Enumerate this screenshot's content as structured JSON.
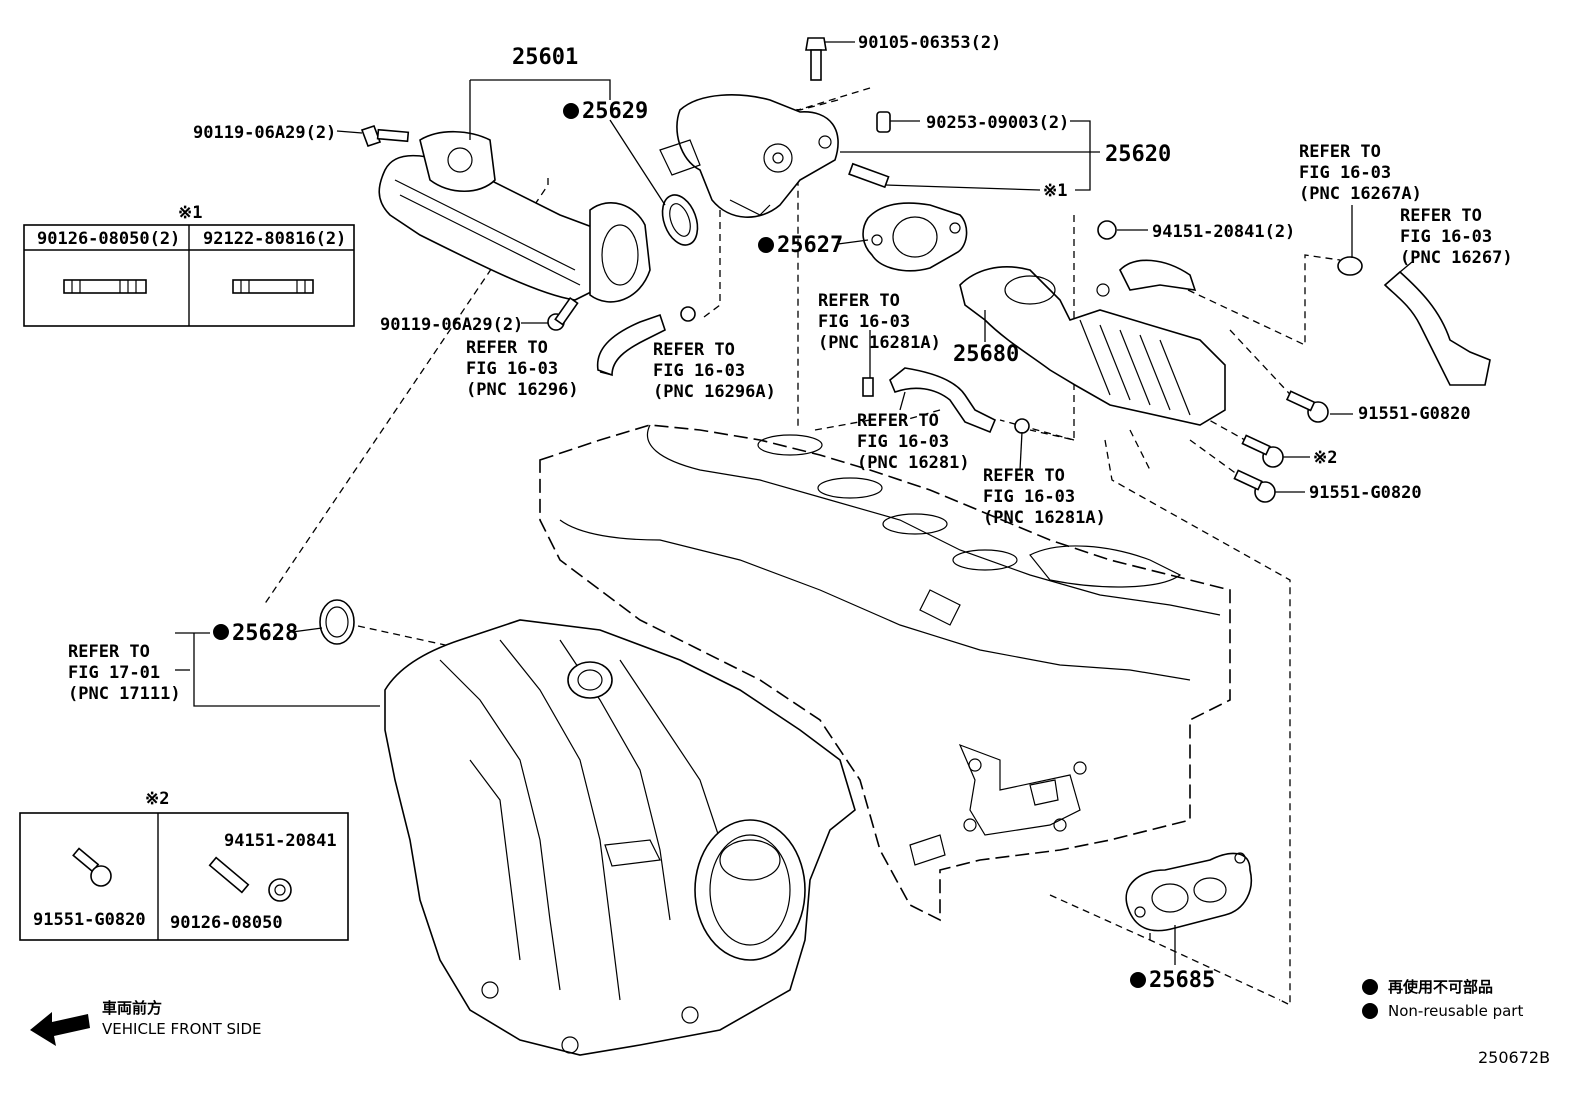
{
  "parts": {
    "p25601": "25601",
    "p25629": "25629",
    "p25620": "25620",
    "p25627": "25627",
    "p25680": "25680",
    "p25628": "25628",
    "p25685": "25685",
    "bolt_06353": "90105-06353(2)",
    "bolt_06a29_top": "90119-06A29(2)",
    "bolt_06a29_bot": "90119-06A29(2)",
    "pin_09003": "90253-09003(2)",
    "nut_20841": "94151-20841(2)",
    "bolt_g0820_a": "91551-G0820",
    "bolt_g0820_b": "91551-G0820",
    "note1_marker": "※1",
    "note2_marker": "※2"
  },
  "refers": {
    "r16296": [
      "REFER TO",
      "FIG 16-03",
      "(PNC 16296)"
    ],
    "r16296a": [
      "REFER TO",
      "FIG 16-03",
      "(PNC 16296A)"
    ],
    "r16281a_top": [
      "REFER TO",
      "FIG 16-03",
      "(PNC 16281A)"
    ],
    "r16281": [
      "REFER TO",
      "FIG 16-03",
      "(PNC 16281)"
    ],
    "r16281a_bot": [
      "REFER TO",
      "FIG 16-03",
      "(PNC 16281A)"
    ],
    "r16267a": [
      "REFER TO",
      "FIG 16-03",
      "(PNC 16267A)"
    ],
    "r16267": [
      "REFER TO",
      "FIG 16-03",
      "(PNC 16267)"
    ],
    "r17111": [
      "REFER TO",
      "FIG 17-01",
      "(PNC 17111)"
    ]
  },
  "table1": {
    "marker": "※1",
    "col1": "90126-08050(2)",
    "col2": "92122-80816(2)"
  },
  "table2": {
    "marker": "※2",
    "item1": "91551-G0820",
    "item2a": "94151-20841",
    "item2b": "90126-08050"
  },
  "legend": {
    "jp": "再使用不可部品",
    "en": "Non-reusable part"
  },
  "direction": {
    "jp": "車両前方",
    "en": "VEHICLE FRONT SIDE"
  },
  "figure_code": "250672B"
}
